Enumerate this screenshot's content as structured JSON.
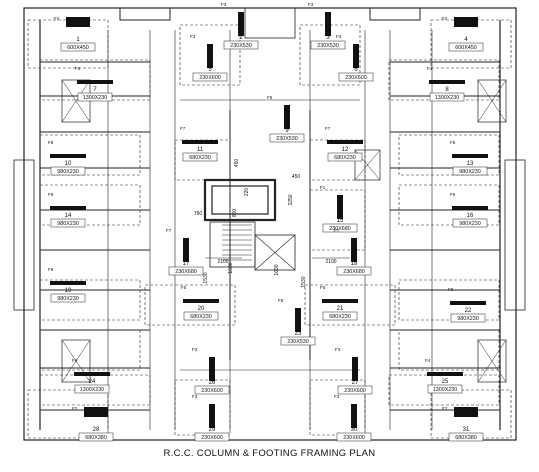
{
  "caption": "R.C.C. COLUMN & FOOTING FRAMING PLAN",
  "footing_tags": [
    "F1",
    "F2",
    "F3",
    "F4",
    "F5",
    "F6",
    "F7"
  ],
  "columns": [
    {
      "num": "1",
      "size": "600X450"
    },
    {
      "num": "2",
      "size": "230X530"
    },
    {
      "num": "3",
      "size": "230X530"
    },
    {
      "num": "4",
      "size": "600X450"
    },
    {
      "num": "5",
      "size": "230X600"
    },
    {
      "num": "6",
      "size": "230X600"
    },
    {
      "num": "7",
      "size": "1300X230"
    },
    {
      "num": "8",
      "size": "1300X230"
    },
    {
      "num": "9",
      "size": "230X530"
    },
    {
      "num": "10",
      "size": "980X230"
    },
    {
      "num": "11",
      "size": "680X230"
    },
    {
      "num": "12",
      "size": "680X230"
    },
    {
      "num": "13",
      "size": "980X230"
    },
    {
      "num": "14",
      "size": "980X230"
    },
    {
      "num": "15",
      "size": "230X680"
    },
    {
      "num": "16",
      "size": "980X230"
    },
    {
      "num": "17",
      "size": "230X680"
    },
    {
      "num": "18",
      "size": "230X680"
    },
    {
      "num": "19",
      "size": "980X230"
    },
    {
      "num": "20",
      "size": "680X230"
    },
    {
      "num": "21",
      "size": "680X230"
    },
    {
      "num": "22",
      "size": "980X230"
    },
    {
      "num": "23",
      "size": "230X530"
    },
    {
      "num": "24",
      "size": "1300X230"
    },
    {
      "num": "25",
      "size": "1300X230"
    },
    {
      "num": "26",
      "size": "230X600"
    },
    {
      "num": "27",
      "size": "230X600"
    },
    {
      "num": "28",
      "size": "680X380"
    },
    {
      "num": "29",
      "size": "230X600"
    },
    {
      "num": "30",
      "size": "230X600"
    },
    {
      "num": "31",
      "size": "680X380"
    }
  ],
  "dimensions": [
    "450",
    "220",
    "450",
    "3250",
    "750",
    "800",
    "2100",
    "2100",
    "1530",
    "1630",
    "1530",
    "1630"
  ]
}
